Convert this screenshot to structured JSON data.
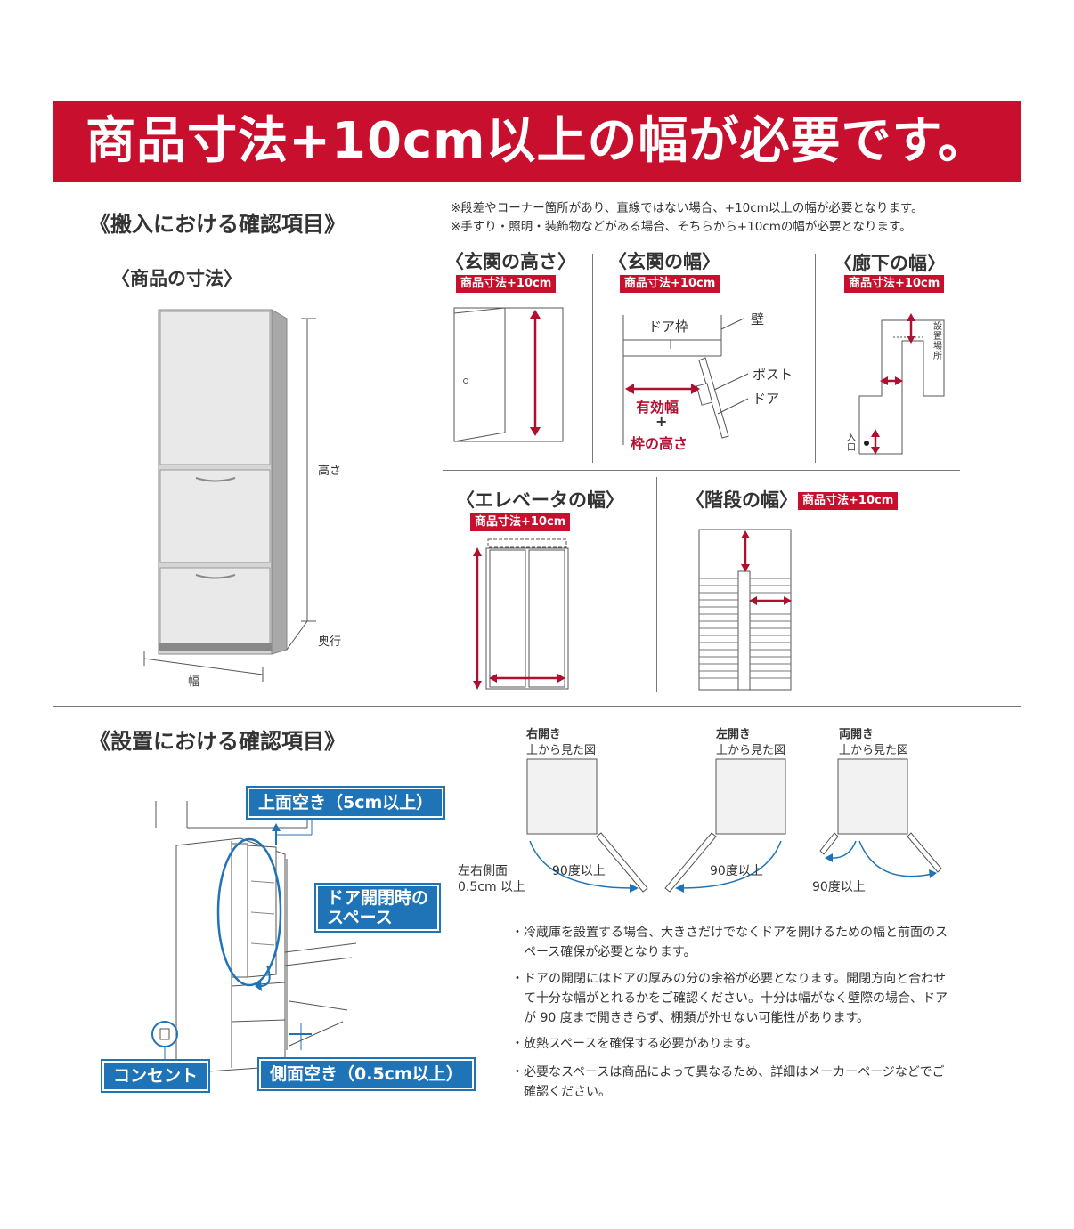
{
  "banner": {
    "title": "商品寸法+10cm以上の幅が必要です。"
  },
  "carry_in": {
    "heading": "《搬入における確認項目》",
    "product_dims": {
      "heading": "〈商品の寸法〉",
      "height_label": "高さ",
      "depth_label": "奥行",
      "width_label": "幅"
    },
    "notes": [
      "※段差やコーナー箇所があり、直線ではない場合、+10cm以上の幅が必要となります。",
      "※手すり・照明・装飾物などがある場合、そちらから+10cmの幅が必要となります。"
    ],
    "entrance_height": {
      "heading": "〈玄関の高さ〉",
      "badge": "商品寸法+10cm"
    },
    "entrance_width": {
      "heading": "〈玄関の幅〉",
      "badge": "商品寸法+10cm",
      "door_frame": "ドア枠",
      "wall": "壁",
      "post": "ポスト",
      "door": "ドア",
      "effective_width": "有効幅",
      "plus": "+",
      "frame_height": "枠の高さ"
    },
    "hallway_width": {
      "heading": "〈廊下の幅〉",
      "badge": "商品寸法+10cm",
      "install_place": "設置場所",
      "entrance": "入口"
    },
    "elevator_width": {
      "heading": "〈エレベータの幅〉",
      "badge": "商品寸法+10cm"
    },
    "stairs_width": {
      "heading": "〈階段の幅〉",
      "badge": "商品寸法+10cm"
    }
  },
  "installation": {
    "heading": "《設置における確認項目》",
    "labels": {
      "top_clearance": "上面空き（5cm以上）",
      "door_space_1": "ドア開閉時の",
      "door_space_2": "スペース",
      "outlet": "コンセント",
      "side_clearance": "側面空き（0.5cm以上）"
    },
    "door_types": [
      {
        "type": "右開き",
        "view": "上から見た図",
        "angle": "90度以上"
      },
      {
        "type": "左開き",
        "view": "上から見た図",
        "angle": "90度以上"
      },
      {
        "type": "両開き",
        "view": "上から見た図",
        "angle": "90度以上"
      }
    ],
    "side_gap_1": "左右側面",
    "side_gap_2": "0.5cm 以上",
    "bullets": [
      {
        "dot": "・",
        "text": "冷蔵庫を設置する場合、大きさだけでなくドアを開けるための幅と前面のスペース確保が必要となります。"
      },
      {
        "dot": "・",
        "text": "ドアの開閉にはドアの厚みの分の余裕が必要となります。開閉方向と合わせて十分な幅がとれるかをご確認ください。十分は幅がなく壁際の場合、ドアが 90 度まで開ききらず、棚類が外せない可能性があります。"
      },
      {
        "dot": "・",
        "text": "放熱スペースを確保する必要があります。"
      },
      {
        "dot": "・",
        "text": "必要なスペースは商品によって異なるため、詳細はメーカーページなどでご確認ください。"
      }
    ]
  },
  "colors": {
    "accent_red": "#c8102e",
    "accent_blue": "#1f73b7"
  }
}
